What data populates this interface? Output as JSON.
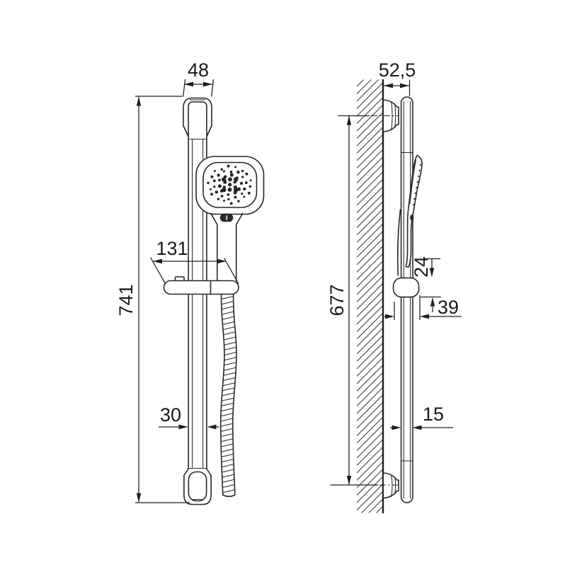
{
  "drawing": {
    "kind": "technical dimensional drawing",
    "subject": "shower slide rail set with hand shower, shown in front elevation and side elevation against wall",
    "views": {
      "front": "front-elevation",
      "side": "side-elevation"
    }
  },
  "dimensions_mm": {
    "front_view": {
      "end_bracket_width": "48",
      "rail_overall_length": "741",
      "slider_holder_length": "131",
      "rail_profile_width": "30"
    },
    "side_view": {
      "overall_depth_from_wall": "52,5",
      "bracket_centre_distance": "677",
      "holder_knob_height": "24",
      "holder_knob_depth": "39",
      "rail_profile_depth": "15"
    }
  },
  "colors": {
    "line": "#2a2627",
    "dimension": "#211d1e",
    "text": "#1c1819",
    "background": "#ffffff",
    "button_fill": "#2e2a2b"
  }
}
